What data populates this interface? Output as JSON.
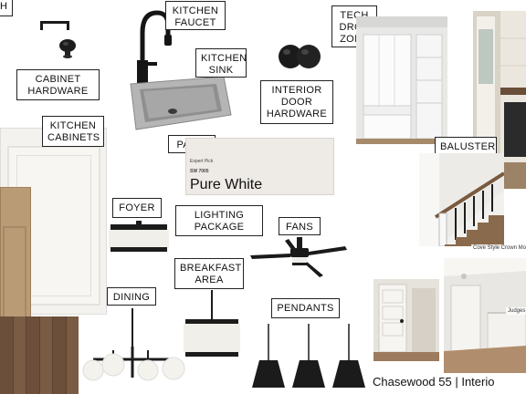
{
  "labels": {
    "cabinet_hardware": "CABINET\nHARDWARE",
    "kitchen_faucet": "KITCHEN\nFAUCET",
    "kitchen_sink": "KITCHEN\nSINK",
    "tech_drop_zone": "TECH\nDROP\nZONE",
    "interior_door_hardware": "INTERIOR\nDOOR\nHARDWARE",
    "kitchen_cabinets": "KITCHEN\nCABINETS",
    "paint": "PAINT",
    "baluster_style": "BALUSTER\nSTYLE",
    "foyer": "FOYER",
    "lighting_package": "LIGHTING\nPACKAGE",
    "fans": "FANS",
    "breakfast_area": "BREAKFAST\nAREA",
    "dining": "DINING",
    "pendants": "PENDANTS",
    "top_left_partial": "H"
  },
  "paint_swatch": {
    "expert_pick": "Expert Pick",
    "code": "SW 7005",
    "name": "Pure White"
  },
  "captions": {
    "crown_molding": "Cove Style Crown Mo",
    "judges": "Judges Pa"
  },
  "footer": "Chasewood 55 | Interio",
  "colors": {
    "label_border": "#222222",
    "paint_swatch": "#eeebe6",
    "cabinet_white": "#f4f2ee",
    "wood": "#b99b75",
    "flooring": "#6b4f3a"
  }
}
